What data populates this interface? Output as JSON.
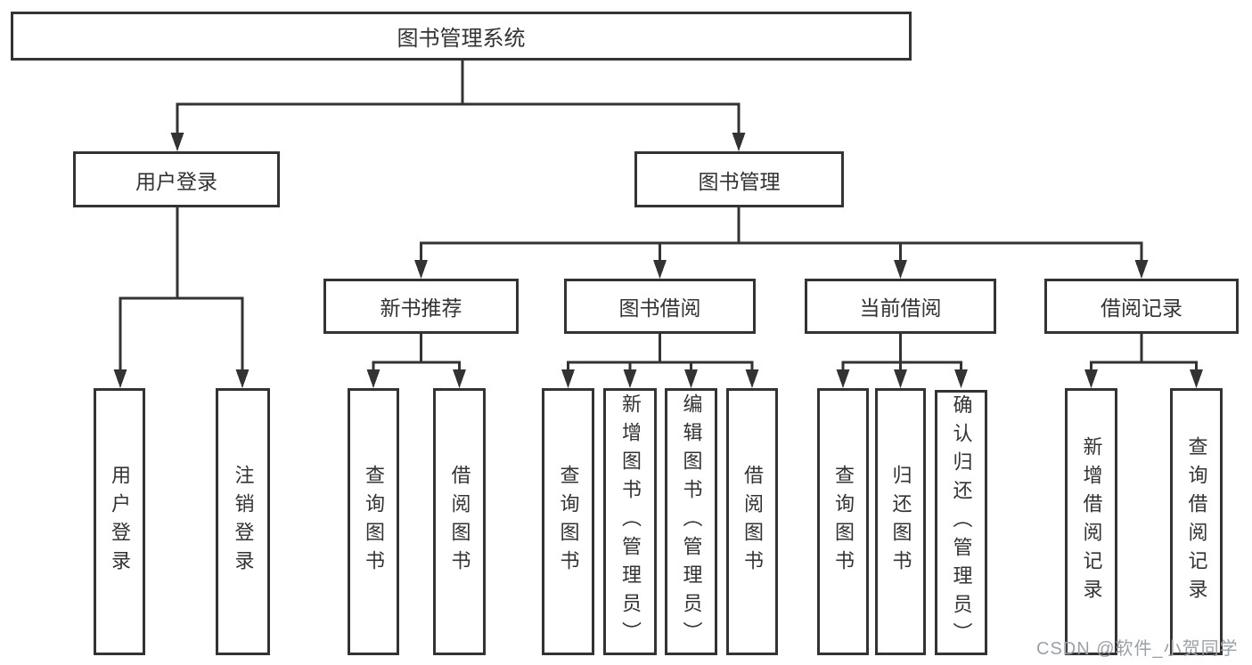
{
  "diagram": {
    "root": {
      "label": "图书管理系统"
    },
    "branches": [
      {
        "label": "用户登录",
        "children": [
          {
            "label": "用户登录"
          },
          {
            "label": "注销登录"
          }
        ]
      },
      {
        "label": "图书管理",
        "children": [
          {
            "label": "新书推荐",
            "children": [
              {
                "label": "查询图书"
              },
              {
                "label": "借阅图书"
              }
            ]
          },
          {
            "label": "图书借阅",
            "children": [
              {
                "label": "查询图书"
              },
              {
                "label": "新增图书（管理员）"
              },
              {
                "label": "编辑图书（管理员）"
              },
              {
                "label": "借阅图书"
              }
            ]
          },
          {
            "label": "当前借阅",
            "children": [
              {
                "label": "查询图书"
              },
              {
                "label": "归还图书"
              },
              {
                "label": "确认归还（管理员）"
              }
            ]
          },
          {
            "label": "借阅记录",
            "children": [
              {
                "label": "新增借阅记录"
              },
              {
                "label": "查询借阅记录"
              }
            ]
          }
        ]
      }
    ]
  },
  "watermark": {
    "text": "CSDN @软件_小贺同学"
  },
  "colors": {
    "line": "#333333",
    "text": "#333333",
    "box_fill": "#ffffff",
    "watermark": "#9ba1a6",
    "background": "#ffffff"
  }
}
